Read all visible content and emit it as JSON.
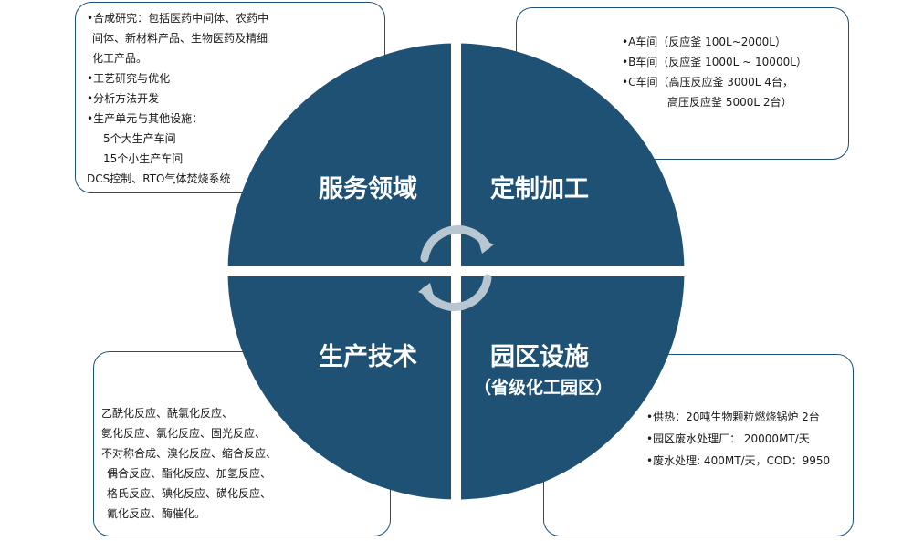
{
  "colors": {
    "quadrant_fill": "#1f5175",
    "box_border": "#1f4e79",
    "arrow": "#b8c6d2"
  },
  "quadrants": {
    "top_left": "服务领域",
    "top_right": "定制加工",
    "bottom_left": "生产技术",
    "bottom_right": "园区设施",
    "bottom_right_sub": "（省级化工园区）"
  },
  "boxes": {
    "top_left": [
      "•合成研究：包括医药中间体、农药中",
      "间体、新材料产品、生物医药及精细",
      "化工产品。",
      "•工艺研究与优化",
      "•分析方法开发",
      "•生产单元与其他设施：",
      "5个大生产车间",
      "15个小生产车间",
      "DCS控制、RTO气体焚烧系统"
    ],
    "top_right": [
      "•A车间（反应釜 100L~2000L）",
      "•B车间（反应釜 1000L ~ 10000L）",
      "•C车间（高压反应釜 3000L 4台，",
      "高压反应釜 5000L 2台）"
    ],
    "bottom_left": [
      "乙酰化反应、酰氯化反应、",
      "氨化反应、氯化反应、固光反应、",
      "不对称合成、溴化反应、缩合反应、",
      "偶合反应、酯化反应、加氢反应、",
      "格氏反应、碘化反应、磺化反应、",
      "氰化反应、酶催化。"
    ],
    "bottom_right": [
      "•供热：20吨生物颗粒燃烧锅炉 2台",
      "•园区废水处理厂：  20000MT/天",
      "•废水处理: 400MT/天，COD：9950"
    ]
  },
  "icons": [
    "cycle-arrow-icon"
  ]
}
